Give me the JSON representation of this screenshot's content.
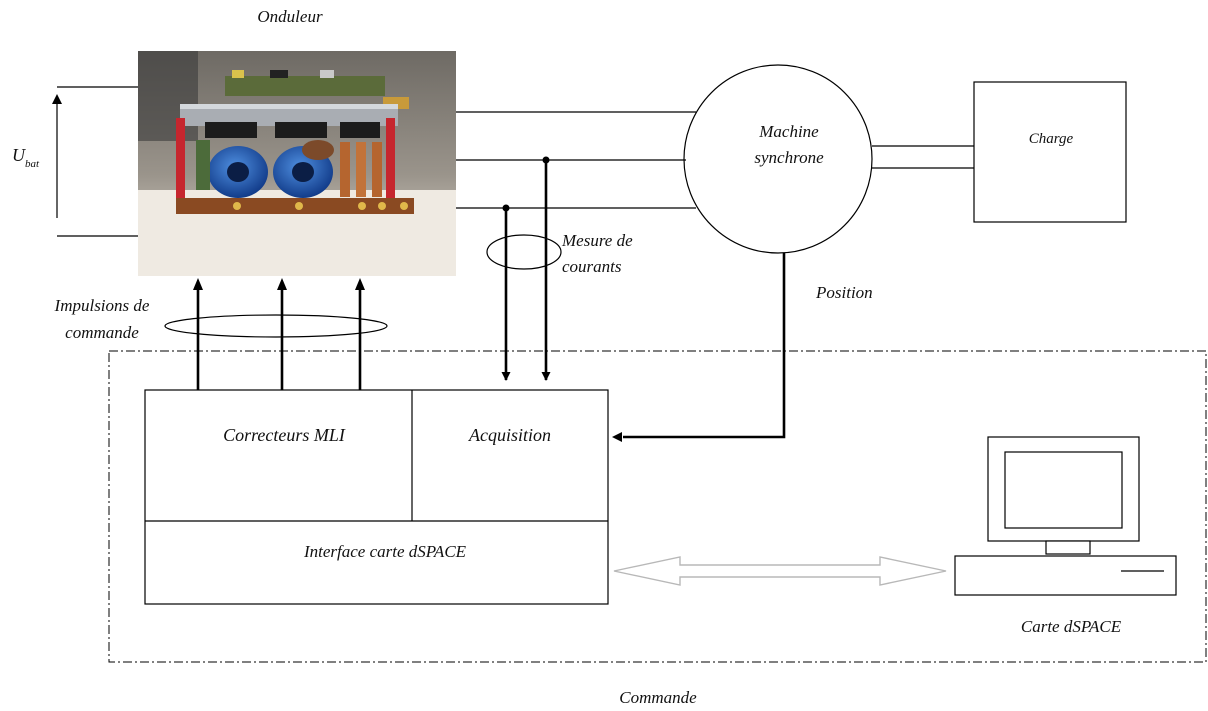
{
  "labels": {
    "onduleur": "Onduleur",
    "ubat_main": "U",
    "ubat_sub": "bat",
    "machine_line1": "Machine",
    "machine_line2": "synchrone",
    "charge": "Charge",
    "mesure_line1": "Mesure de",
    "mesure_line2": "courants",
    "position": "Position",
    "impulsions_line1": "Impulsions de",
    "impulsions_line2": "commande",
    "correcteurs": "Correcteurs MLI",
    "acquisition": "Acquisition",
    "interface": "Interface carte dSPACE",
    "carte": "Carte dSPACE",
    "commande": "Commande"
  },
  "colors": {
    "line": "#000000",
    "double_arrow": "#b8b8b8",
    "background": "#ffffff"
  }
}
